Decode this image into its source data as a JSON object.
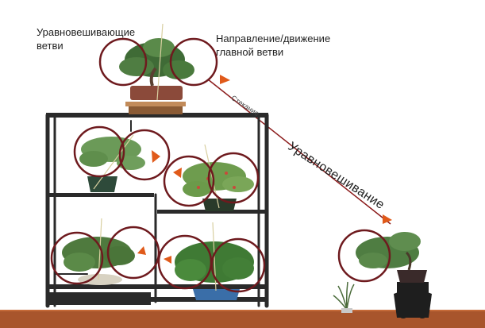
{
  "labels": {
    "balancing_branches": "Уравновешивающие ветви",
    "main_branch_direction": "Направление/движение главной ветви",
    "flow": "Стекание",
    "balancing": "Уравновешивание"
  },
  "colors": {
    "circle": "#6e1a1e",
    "arrow": "#e05a1a",
    "line": "#8b1a1a",
    "stand": "#2a2a2a",
    "floor": "#a8552c"
  }
}
